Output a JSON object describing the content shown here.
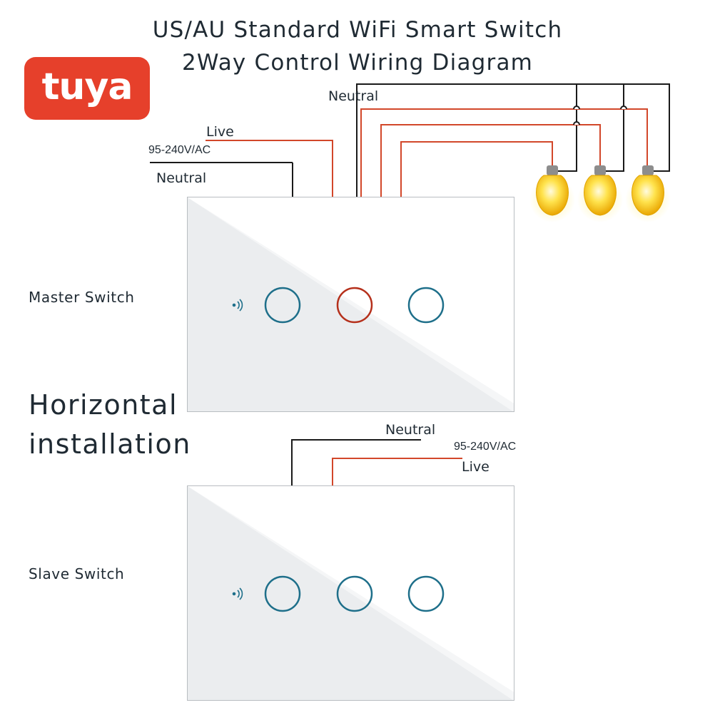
{
  "title": {
    "line1": "US/AU Standard WiFi  Smart Switch",
    "line2": "2Way Control Wiring Diagram"
  },
  "logo": {
    "text": "tuya",
    "color": "#e6402b"
  },
  "top_wiring": {
    "neutral_label": "Neutral",
    "live_label": "Live",
    "voltage_label": "95-240V/AC",
    "neutral_input_label": "Neutral"
  },
  "bottom_wiring": {
    "neutral_label": "Neutral",
    "voltage_label": "95-240V/AC",
    "live_label": "Live"
  },
  "master": {
    "label": "Master Switch",
    "active_button": 2
  },
  "slave": {
    "label": "Slave Switch"
  },
  "installation": {
    "line1": "Horizontal",
    "line2": "installation"
  },
  "colors": {
    "live_wire": "#d2472a",
    "neutral_wire": "#1a1a1a",
    "button_ring": "#1e6f8a",
    "button_active": "#b5301b",
    "bulb": "#f4c20d"
  },
  "icons": [
    "wifi-signal-icon",
    "light-bulb-icon"
  ]
}
